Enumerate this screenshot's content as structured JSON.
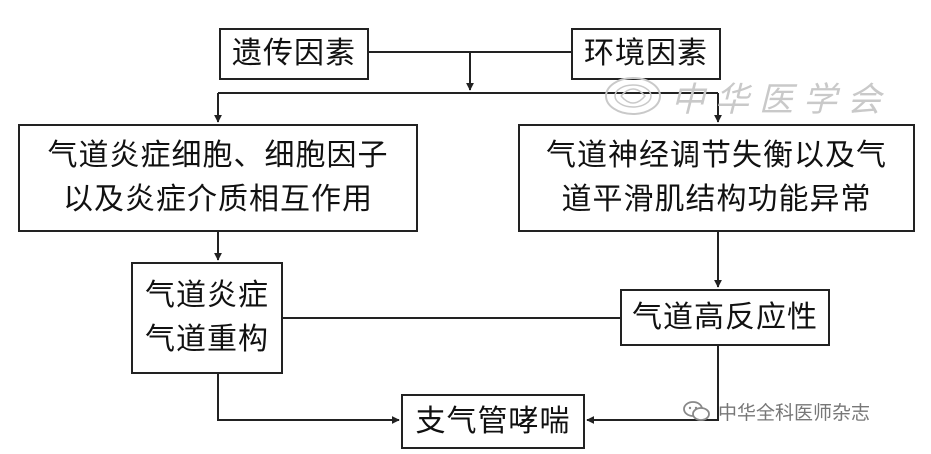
{
  "diagram": {
    "nodes": {
      "genetic": "遗传因素",
      "environment": "环境因素",
      "inflammation_cells": [
        "气道炎症细胞、细胞因子",
        "以及炎症介质相互作用"
      ],
      "neural_imbalance": [
        "气道神经调节失衡以及气",
        "道平滑肌结构功能异常"
      ],
      "inflammation_remodel": [
        "气道炎症",
        "气道重构"
      ],
      "hyperresponsiveness": "气道高反应性",
      "asthma": "支气管哮喘"
    },
    "edges": [
      {
        "from": "genetic",
        "to": "inflammation_cells"
      },
      {
        "from": "genetic",
        "to": "neural_imbalance"
      },
      {
        "from": "environment",
        "to": "inflammation_cells"
      },
      {
        "from": "environment",
        "to": "neural_imbalance"
      },
      {
        "from": "inflammation_cells",
        "to": "inflammation_remodel"
      },
      {
        "from": "neural_imbalance",
        "to": "hyperresponsiveness"
      },
      {
        "from": "inflammation_remodel",
        "to": "hyperresponsiveness"
      },
      {
        "from": "inflammation_remodel",
        "to": "asthma"
      },
      {
        "from": "hyperresponsiveness",
        "to": "asthma"
      }
    ]
  },
  "watermark": {
    "seal_text": "中华医学会",
    "wechat_label": "中华全科医师杂志",
    "wechat_icon": "wechat-icon"
  }
}
